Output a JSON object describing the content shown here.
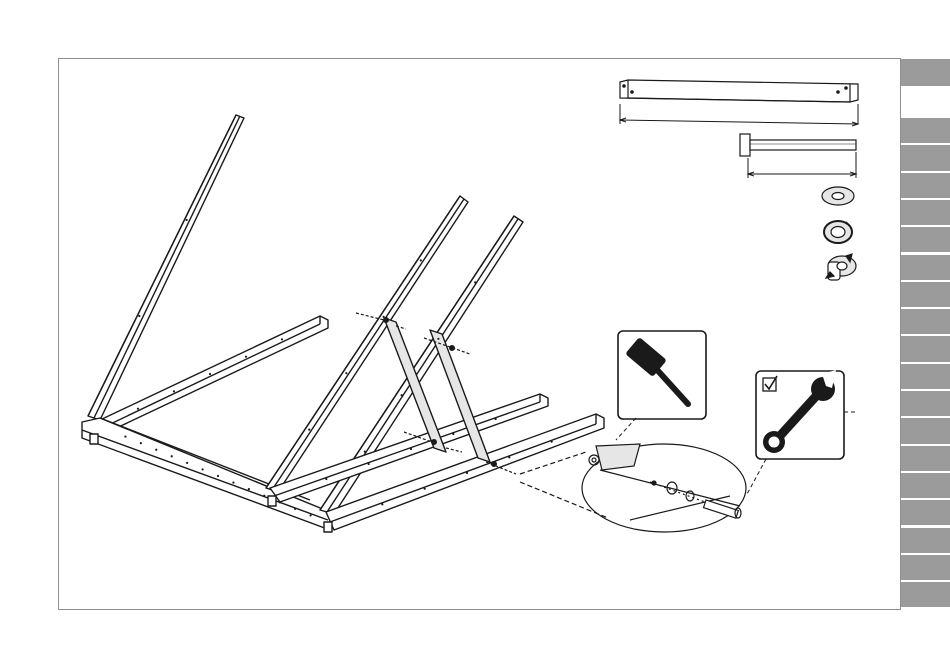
{
  "page": {
    "background": "#ffffff",
    "frame_color": "#8e8e8e",
    "tab_color": "#9b9b9b",
    "line_color": "#1a1a1a",
    "brace_fill": "#e6e6e6"
  },
  "side_tabs": {
    "top_tab_count": 1,
    "stacked_tab_count": 18
  },
  "parts": [
    {
      "name": "wooden-beam",
      "icon": "beam-part-icon"
    },
    {
      "name": "hex-bolt",
      "icon": "bolt-part-icon"
    },
    {
      "name": "flat-washer",
      "icon": "washer-icon"
    },
    {
      "name": "spring-washer",
      "icon": "spring-washer-icon"
    },
    {
      "name": "tee-nut",
      "icon": "tee-nut-icon"
    }
  ],
  "tools": [
    {
      "name": "mallet",
      "icon": "hammer-icon"
    },
    {
      "name": "wrench",
      "icon": "wrench-icon",
      "checkbox": "checked"
    }
  ]
}
